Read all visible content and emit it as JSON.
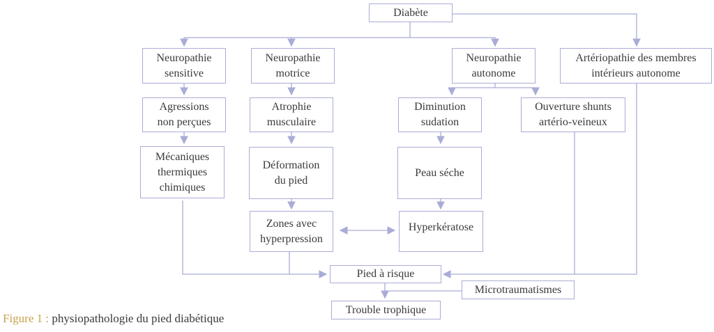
{
  "diagram": {
    "title": "physiopathologie du pied diabétique",
    "line_color": "#a9acd6",
    "nodes": {
      "diabete": "Diabète",
      "neuro_sensitive": [
        "Neuropathie",
        "sensitive"
      ],
      "neuro_motrice": [
        "Neuropathie",
        "motrice"
      ],
      "neuro_autonome": [
        "Neuropathie",
        "autonome"
      ],
      "arteriopathie": [
        "Artériopathie des membres",
        "intérieurs autonome"
      ],
      "agressions": [
        "Agressions",
        "non perçues"
      ],
      "atrophie": [
        "Atrophie",
        "musculaire"
      ],
      "diminution": [
        "Diminution",
        "sudation"
      ],
      "ouverture": [
        "Ouverture shunts",
        "artério-veineux"
      ],
      "mecaniques": [
        "Mécaniques",
        "thermiques",
        "chimiques"
      ],
      "deformation": [
        "Déformation",
        "du pied"
      ],
      "peau": "Peau séche",
      "zones": [
        "Zones avec",
        "hyperpression"
      ],
      "hyperkeratose": "Hyperkératose",
      "pied_risque": "Pied à risque",
      "microtraumatismes": "Microtraumatismes",
      "trouble": "Trouble trophique"
    },
    "edges": [
      [
        "diabete",
        "neuro_sensitive"
      ],
      [
        "diabete",
        "neuro_motrice"
      ],
      [
        "diabete",
        "neuro_autonome"
      ],
      [
        "diabete",
        "arteriopathie"
      ],
      [
        "neuro_sensitive",
        "agressions"
      ],
      [
        "agressions",
        "mecaniques"
      ],
      [
        "neuro_motrice",
        "atrophie"
      ],
      [
        "atrophie",
        "deformation"
      ],
      [
        "deformation",
        "zones"
      ],
      [
        "neuro_autonome",
        "diminution"
      ],
      [
        "neuro_autonome",
        "ouverture"
      ],
      [
        "diminution",
        "peau"
      ],
      [
        "peau",
        "hyperkeratose"
      ],
      [
        "zones",
        "hyperkeratose",
        "bidirectional"
      ],
      [
        "mecaniques",
        "pied_risque"
      ],
      [
        "zones",
        "pied_risque"
      ],
      [
        "ouverture",
        "pied_risque"
      ],
      [
        "arteriopathie",
        "pied_risque"
      ],
      [
        "pied_risque",
        "trouble"
      ],
      [
        "microtraumatismes",
        "trouble"
      ]
    ]
  },
  "caption": {
    "figure_label": "Figure 1 :",
    "text": " physiopathologie du pied diabétique",
    "label_color": "#c9a24a"
  }
}
